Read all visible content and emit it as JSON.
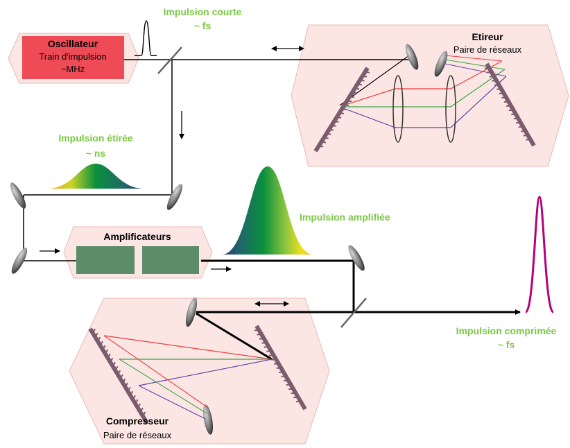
{
  "labels": {
    "oscillator_title": "Oscillateur",
    "oscillator_line1": "Train d'impulsion",
    "oscillator_line2": "~MHz",
    "short_pulse_line1": "Impulsion courte",
    "short_pulse_line2": "~ fs",
    "stretcher_title": "Etireur",
    "stretcher_subtitle": "Paire de réseaux",
    "stretched_line1": "Impulsion étirée",
    "stretched_line2": "~ ns",
    "amplifiers_title": "Amplificateurs",
    "amplified": "Impulsion amplifiée",
    "compressor_title": "Compresseur",
    "compressor_subtitle": "Paire de réseaux",
    "compressed_line1": "Impulsion comprimée",
    "compressed_line2": "~ fs"
  },
  "colors": {
    "box_fill": "#fbe6e4",
    "box_stroke": "#e8b8b4",
    "oscillator_fill": "#ee4b57",
    "amplifier_fill": "#5d8c69",
    "label_green": "#7ac943",
    "compressed_pulse": "#b5007a",
    "grating": "#7b5c6e",
    "ray_red": "#ee3b3b",
    "ray_green": "#3aa34a",
    "ray_blue": "#5a46a8"
  }
}
